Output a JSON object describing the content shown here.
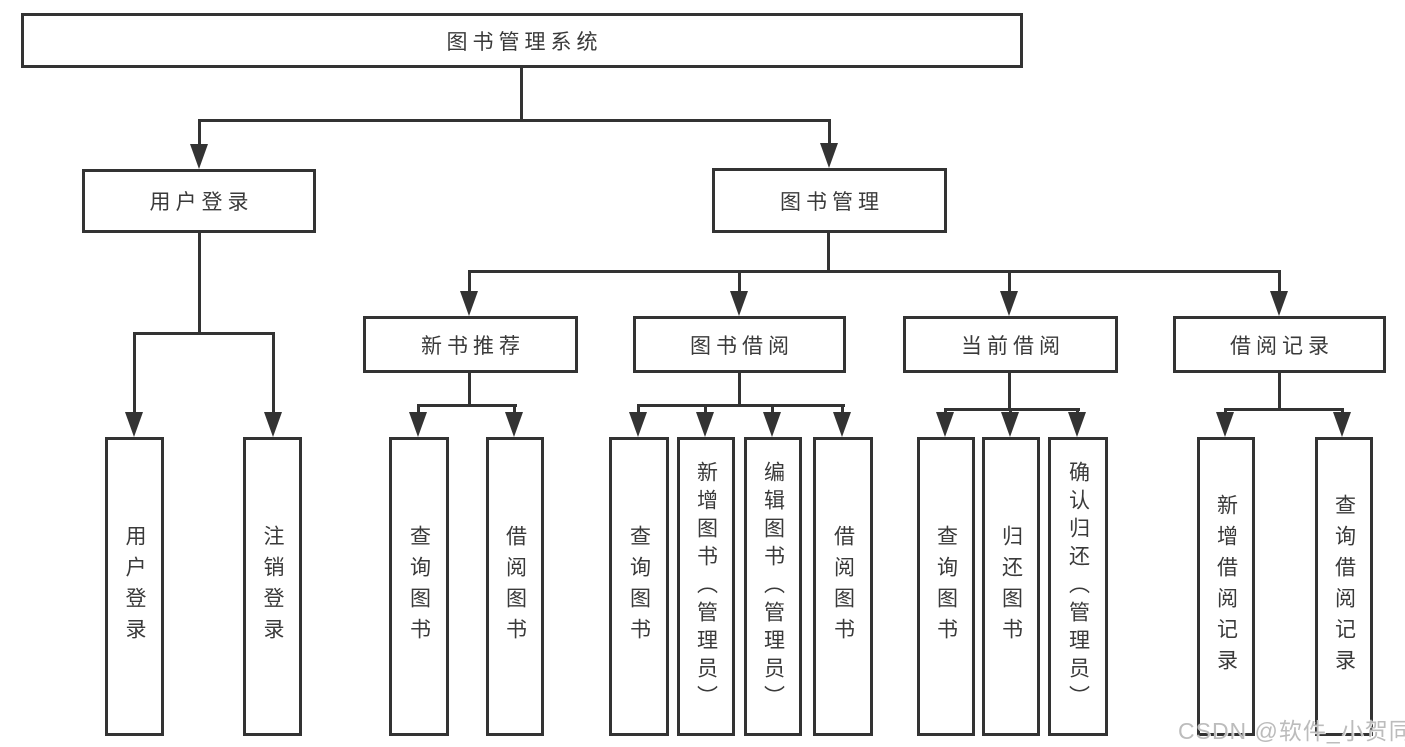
{
  "diagram": {
    "root": {
      "label": "图书管理系统"
    },
    "branches": [
      {
        "label": "用户登录",
        "children": [
          {
            "label": "用户登录"
          },
          {
            "label": "注销登录"
          }
        ]
      },
      {
        "label": "图书管理",
        "children": [
          {
            "label": "新书推荐",
            "children": [
              {
                "label": "查询图书"
              },
              {
                "label": "借阅图书"
              }
            ]
          },
          {
            "label": "图书借阅",
            "children": [
              {
                "label": "查询图书"
              },
              {
                "label": "新增图书（管理员）"
              },
              {
                "label": "编辑图书（管理员）"
              },
              {
                "label": "借阅图书"
              }
            ]
          },
          {
            "label": "当前借阅",
            "children": [
              {
                "label": "查询图书"
              },
              {
                "label": "归还图书"
              },
              {
                "label": "确认归还（管理员）"
              }
            ]
          },
          {
            "label": "借阅记录",
            "children": [
              {
                "label": "新增借阅记录"
              },
              {
                "label": "查询借阅记录"
              }
            ]
          }
        ]
      }
    ],
    "watermark": "CSDN @软件_小贺同学",
    "colors": {
      "line": "#333333",
      "text": "#3a3a3a",
      "background": "#ffffff",
      "watermark": "#bcbcbc"
    }
  }
}
